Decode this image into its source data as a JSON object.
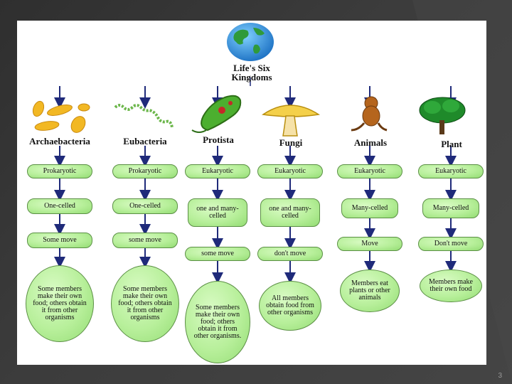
{
  "title": {
    "line1": "Life's Six",
    "line2": "Kingdoms"
  },
  "page_number": "3",
  "kingdoms": [
    {
      "name": "Archaebacteria",
      "cell_type": "Prokaryotic",
      "cellularity": "One-celled",
      "movement": "Some move",
      "nutrition": "Some members make their own food; others obtain it from other organisms"
    },
    {
      "name": "Eubacteria",
      "cell_type": "Prokaryotic",
      "cellularity": "One-celled",
      "movement": "some move",
      "nutrition": "Some members make their own food; others obtain it from other organisms"
    },
    {
      "name": "Protista",
      "cell_type": "Eukaryotic",
      "cellularity": "one and many-celled",
      "movement": "some move",
      "nutrition": "Some members make their own food; others obtain it from other organisms."
    },
    {
      "name": "Fungi",
      "cell_type": "Eukaryotic",
      "cellularity": "one and many-celled",
      "movement": "don't move",
      "nutrition": "All members obtain food from other organisms"
    },
    {
      "name": "Animals",
      "cell_type": "Eukaryotic",
      "cellularity": "Many-celled",
      "movement": "Move",
      "nutrition": "Members eat plants or other animals"
    },
    {
      "name": "Plant",
      "cell_type": "Eukaryotic",
      "cellularity": "Many-celled",
      "movement": "Don't move",
      "nutrition": "Members make their own food"
    }
  ],
  "colors": {
    "node_fill": "#b7ef9a",
    "node_border": "#5b8f45",
    "arrow": "#1f2a7a",
    "background": "#3a3a3a"
  }
}
